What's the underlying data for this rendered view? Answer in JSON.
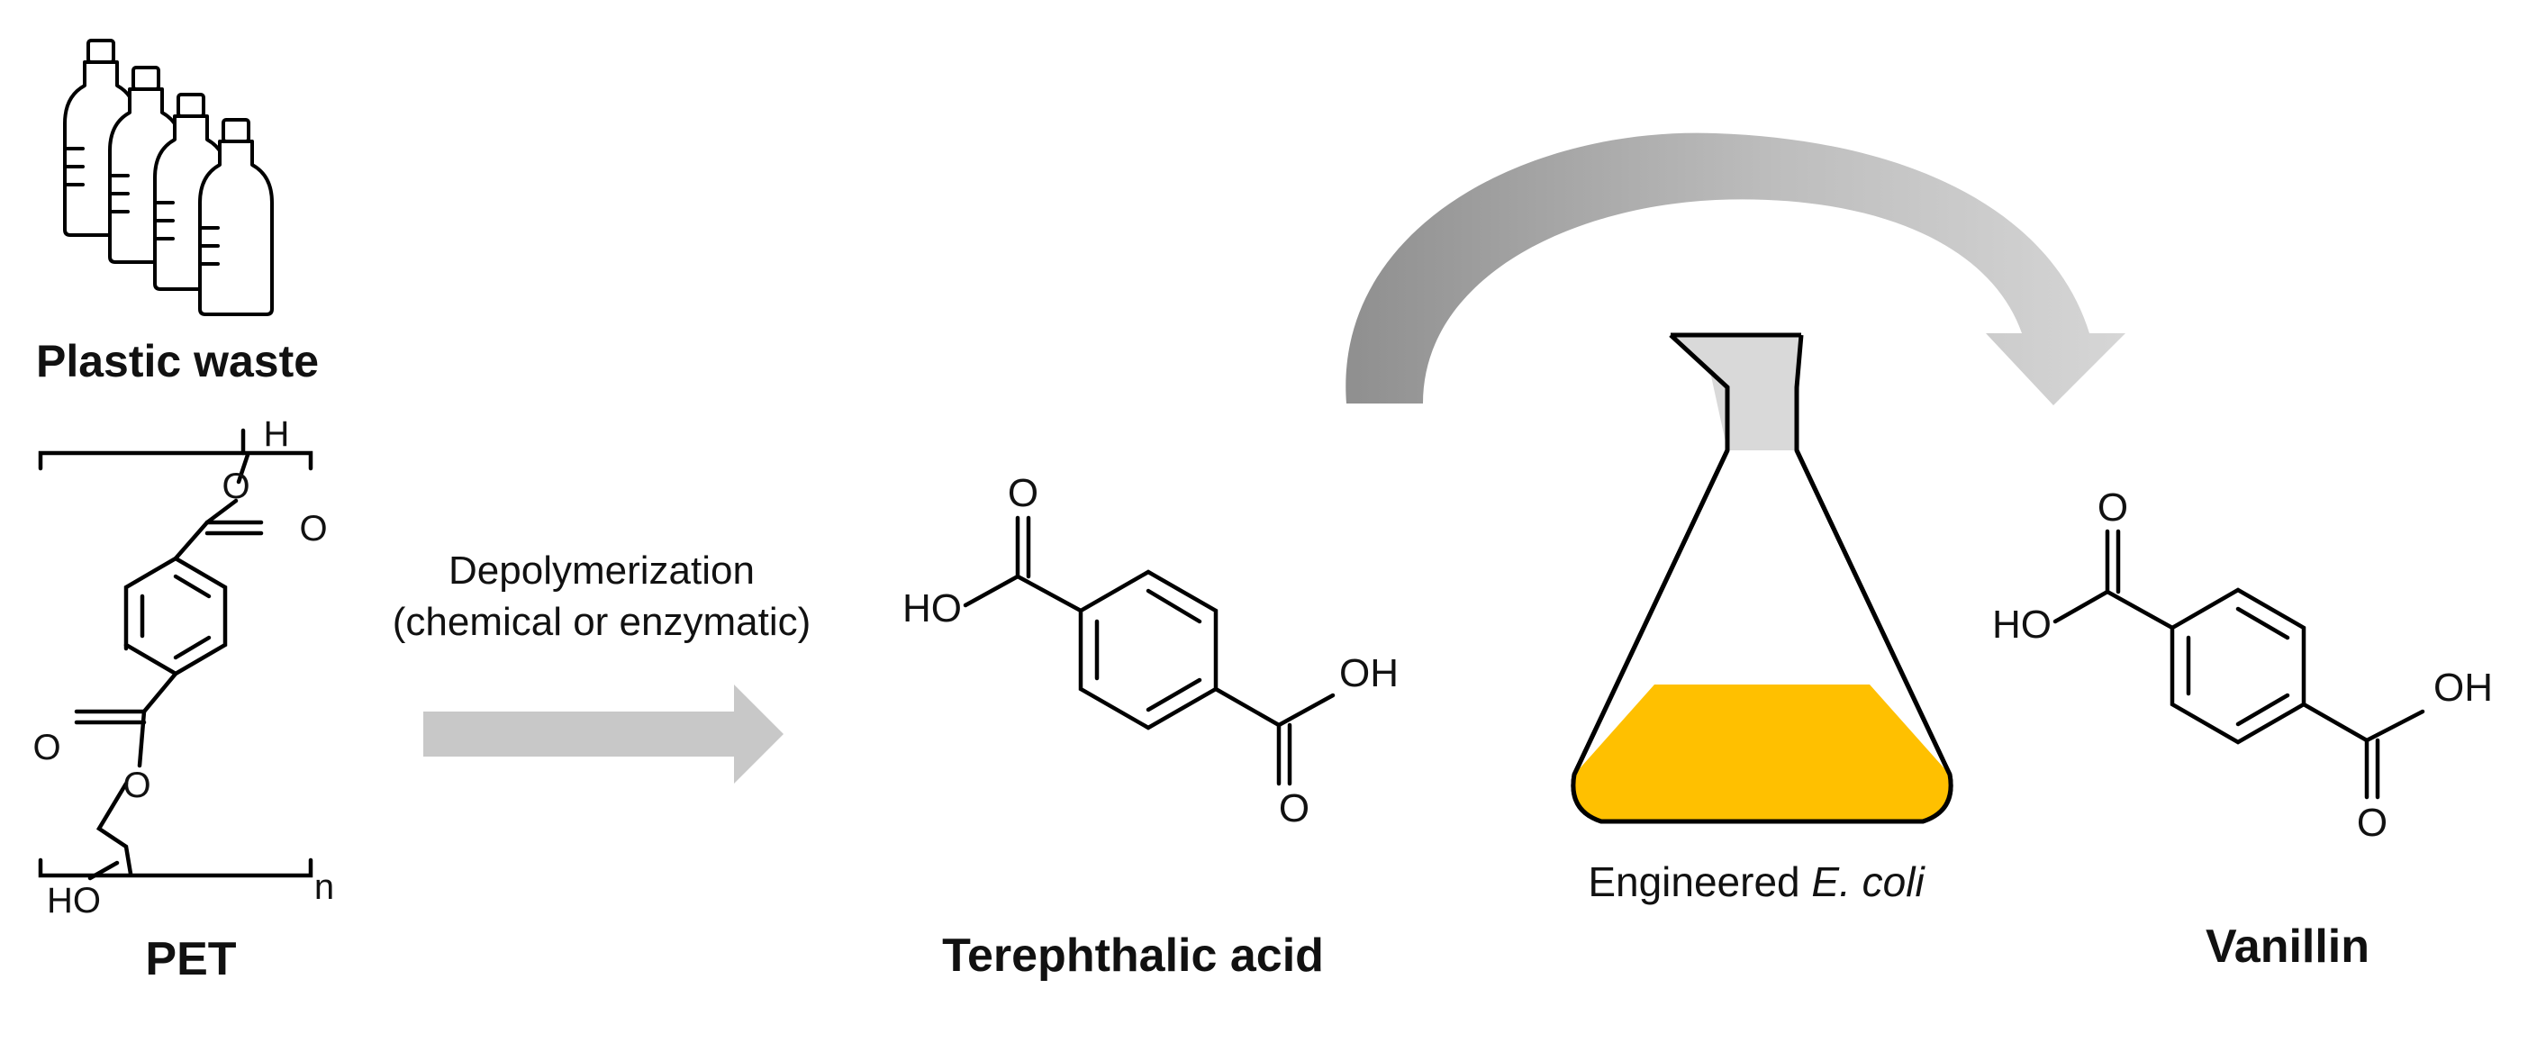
{
  "labels": {
    "plastic_waste": "Plastic waste",
    "pet": "PET",
    "depolymerization_line1": "Depolymerization",
    "depolymerization_line2": "(chemical or enzymatic)",
    "terephthalic_acid": "Terephthalic acid",
    "engineered_prefix": "Engineered ",
    "organism": "E. coli",
    "vanillin": "Vanillin"
  },
  "chem": {
    "pet": {
      "H": "H",
      "O_top": "O",
      "O_carbonyl_top": "O",
      "O_carbonyl_bottom": "O",
      "O_ester_bottom": "O",
      "HO": "HO",
      "n": "n"
    },
    "tpa": {
      "O_top": "O",
      "HO": "HO",
      "OH": "OH",
      "O_bottom": "O"
    },
    "vanillin": {
      "O_top": "O",
      "HO": "HO",
      "OH": "OH",
      "O_bottom": "O"
    }
  },
  "colors": {
    "arrow_gray": "#c8c8c8",
    "curved_arrow_dark": "#9a9a9a",
    "curved_arrow_light": "#d2d2d2",
    "flask_neck": "#d9d9d9",
    "culture_liquid": "#ffc000"
  }
}
